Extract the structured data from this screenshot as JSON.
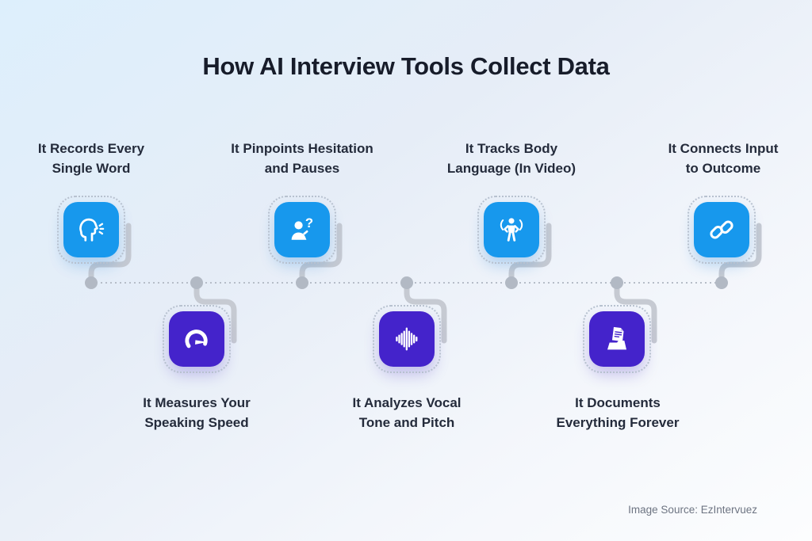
{
  "title": "How AI Interview Tools Collect Data",
  "source": "Image Source: EzIntervuez",
  "colors": {
    "tile_blue": "#1798ed",
    "tile_purple": "#4423cb",
    "connector_gray": "#c6cad2",
    "node_gray": "#b2b9c4",
    "title_text": "#171c2a",
    "label_text": "#242b3b",
    "source_text": "#6d7482"
  },
  "timeline": {
    "orientation": "horizontal",
    "node_count": 7,
    "style": "dotted"
  },
  "items": [
    {
      "order": 1,
      "position": "top",
      "tile_color": "blue",
      "icon": "speaking-head-icon",
      "label_line1": "It Records Every",
      "label_line2": "Single Word"
    },
    {
      "order": 2,
      "position": "bottom",
      "tile_color": "purple",
      "icon": "speedometer-icon",
      "label_line1": "It Measures Your",
      "label_line2": "Speaking Speed"
    },
    {
      "order": 3,
      "position": "top",
      "tile_color": "blue",
      "icon": "person-question-icon",
      "label_line1": "It Pinpoints Hesitation",
      "label_line2": "and Pauses"
    },
    {
      "order": 4,
      "position": "bottom",
      "tile_color": "purple",
      "icon": "voice-waveform-icon",
      "label_line1": "It Analyzes Vocal",
      "label_line2": "Tone and Pitch"
    },
    {
      "order": 5,
      "position": "top",
      "tile_color": "blue",
      "icon": "body-language-icon",
      "label_line1": "It Tracks Body",
      "label_line2": "Language (In Video)"
    },
    {
      "order": 6,
      "position": "bottom",
      "tile_color": "purple",
      "icon": "archive-document-icon",
      "label_line1": "It Documents",
      "label_line2": "Everything Forever"
    },
    {
      "order": 7,
      "position": "top",
      "tile_color": "blue",
      "icon": "link-icon",
      "label_line1": "It Connects Input",
      "label_line2": "to Outcome"
    }
  ]
}
